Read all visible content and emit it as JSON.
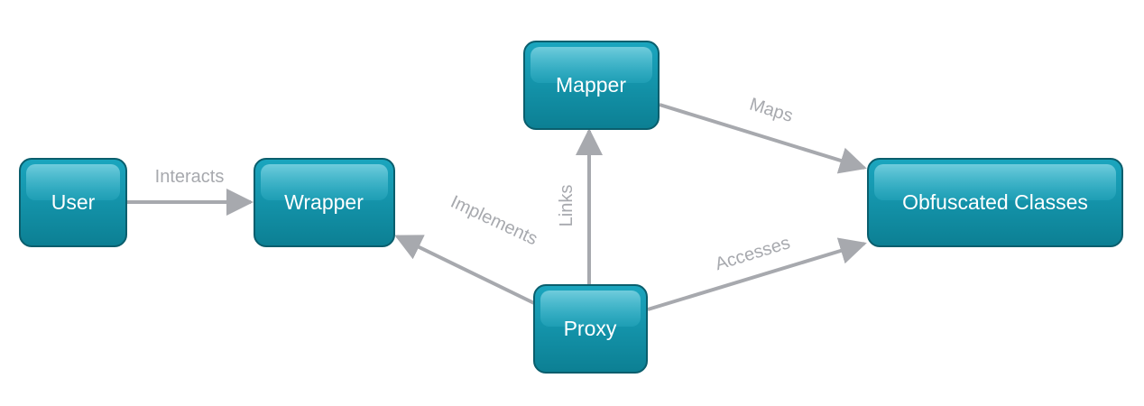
{
  "nodes": {
    "user": "User",
    "wrapper": "Wrapper",
    "mapper": "Mapper",
    "proxy": "Proxy",
    "obfuscated": "Obfuscated Classes"
  },
  "edges": {
    "interacts": "Interacts",
    "implements": "Implements",
    "links": "Links",
    "maps": "Maps",
    "accesses": "Accesses"
  },
  "colors": {
    "node_fill_top": "#17a2b8",
    "node_fill_bottom": "#0c7f93",
    "node_border": "#0a5e6d",
    "edge": "#a7a9ae",
    "label": "#ffffff"
  }
}
